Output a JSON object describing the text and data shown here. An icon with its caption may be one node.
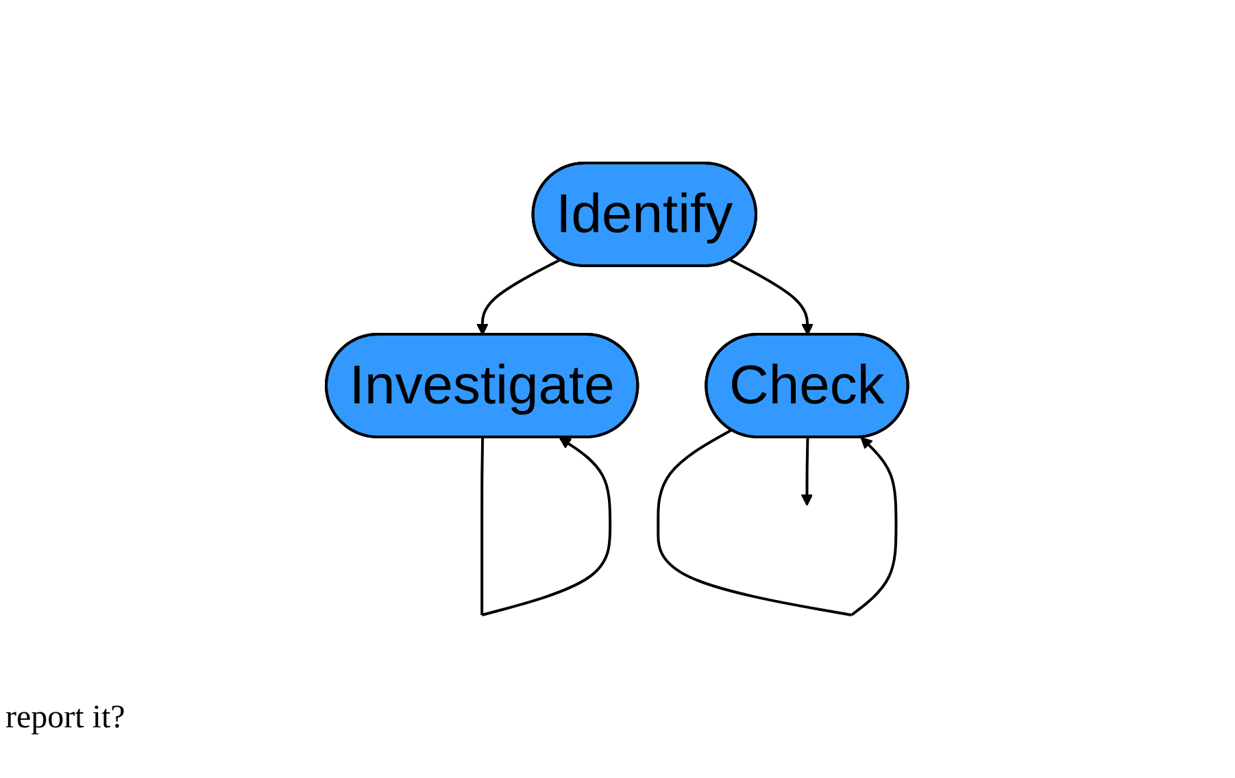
{
  "diagram": {
    "nodes": [
      {
        "text": [
          "Identify"
        ]
      },
      {
        "text": [
          "Investigate"
        ]
      },
      {
        "text": [
          "Check"
        ]
      }
    ],
    "edges": [
      {
        "from": 0,
        "to": 1,
        "arrow": "to"
      },
      {
        "from": 0,
        "to": 2,
        "arrow": "to"
      },
      {
        "from": 1,
        "to": 1,
        "arrow": "to"
      },
      {
        "from": 2,
        "to": 2,
        "arrow": "to"
      },
      {
        "from": 2,
        "to": null,
        "arrow": "to"
      }
    ],
    "labels": [
      "report it?"
    ]
  }
}
